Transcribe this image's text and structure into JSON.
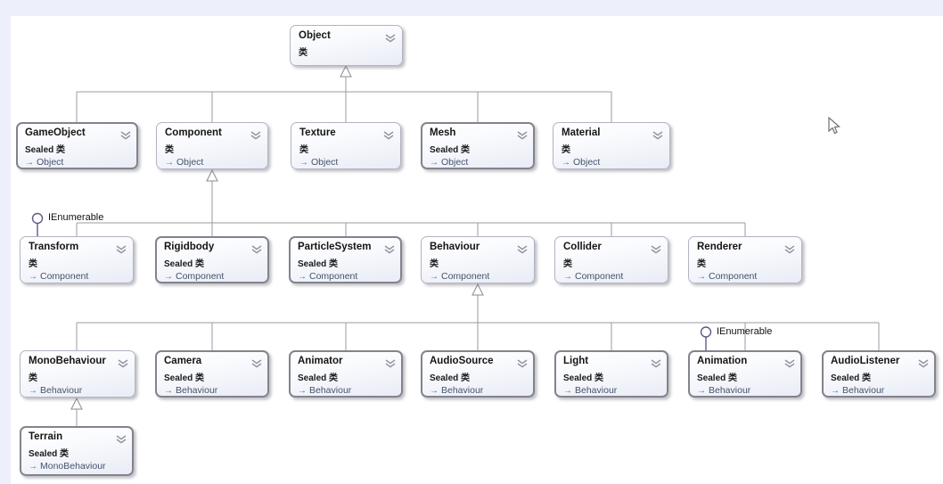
{
  "diagram": {
    "kind_plain": "类",
    "kind_sealed": "Sealed 类",
    "interface_name": "IEnumerable"
  },
  "colors": {
    "frame": "#edf0fa",
    "canvas": "#ffffff",
    "connector": "#9b9ba3",
    "triangle_fill": "#ffffff",
    "box_border": "#b2b4c2",
    "sealed_border": "#83838d",
    "base_text": "#44536b",
    "base_arrow": "#4a72a8",
    "lollipop": "#5c5c86"
  },
  "icons": {
    "chevron": "double-chevron-down",
    "base_arrow": "inherits-arrow-right",
    "lollipop": "interface-lollipop",
    "cursor": "mouse-pointer"
  },
  "classes": [
    {
      "name": "Object",
      "kind": "类",
      "sealed": false,
      "base": null,
      "interface": null
    },
    {
      "name": "GameObject",
      "kind": "Sealed 类",
      "sealed": true,
      "base": "Object",
      "interface": null
    },
    {
      "name": "Component",
      "kind": "类",
      "sealed": false,
      "base": "Object",
      "interface": null
    },
    {
      "name": "Texture",
      "kind": "类",
      "sealed": false,
      "base": "Object",
      "interface": null
    },
    {
      "name": "Mesh",
      "kind": "Sealed 类",
      "sealed": true,
      "base": "Object",
      "interface": null
    },
    {
      "name": "Material",
      "kind": "类",
      "sealed": false,
      "base": "Object",
      "interface": null
    },
    {
      "name": "Transform",
      "kind": "类",
      "sealed": false,
      "base": "Component",
      "interface": "IEnumerable"
    },
    {
      "name": "Rigidbody",
      "kind": "Sealed 类",
      "sealed": true,
      "base": "Component",
      "interface": null
    },
    {
      "name": "ParticleSystem",
      "kind": "Sealed 类",
      "sealed": true,
      "base": "Component",
      "interface": null
    },
    {
      "name": "Behaviour",
      "kind": "类",
      "sealed": false,
      "base": "Component",
      "interface": null
    },
    {
      "name": "Collider",
      "kind": "类",
      "sealed": false,
      "base": "Component",
      "interface": null
    },
    {
      "name": "Renderer",
      "kind": "类",
      "sealed": false,
      "base": "Component",
      "interface": null
    },
    {
      "name": "MonoBehaviour",
      "kind": "类",
      "sealed": false,
      "base": "Behaviour",
      "interface": null
    },
    {
      "name": "Camera",
      "kind": "Sealed 类",
      "sealed": true,
      "base": "Behaviour",
      "interface": null
    },
    {
      "name": "Animator",
      "kind": "Sealed 类",
      "sealed": true,
      "base": "Behaviour",
      "interface": null
    },
    {
      "name": "AudioSource",
      "kind": "Sealed 类",
      "sealed": true,
      "base": "Behaviour",
      "interface": null
    },
    {
      "name": "Light",
      "kind": "Sealed 类",
      "sealed": true,
      "base": "Behaviour",
      "interface": null
    },
    {
      "name": "Animation",
      "kind": "Sealed 类",
      "sealed": true,
      "base": "Behaviour",
      "interface": "IEnumerable"
    },
    {
      "name": "AudioListener",
      "kind": "Sealed 类",
      "sealed": true,
      "base": "Behaviour",
      "interface": null
    },
    {
      "name": "Terrain",
      "kind": "Sealed 类",
      "sealed": true,
      "base": "MonoBehaviour",
      "interface": null
    }
  ]
}
